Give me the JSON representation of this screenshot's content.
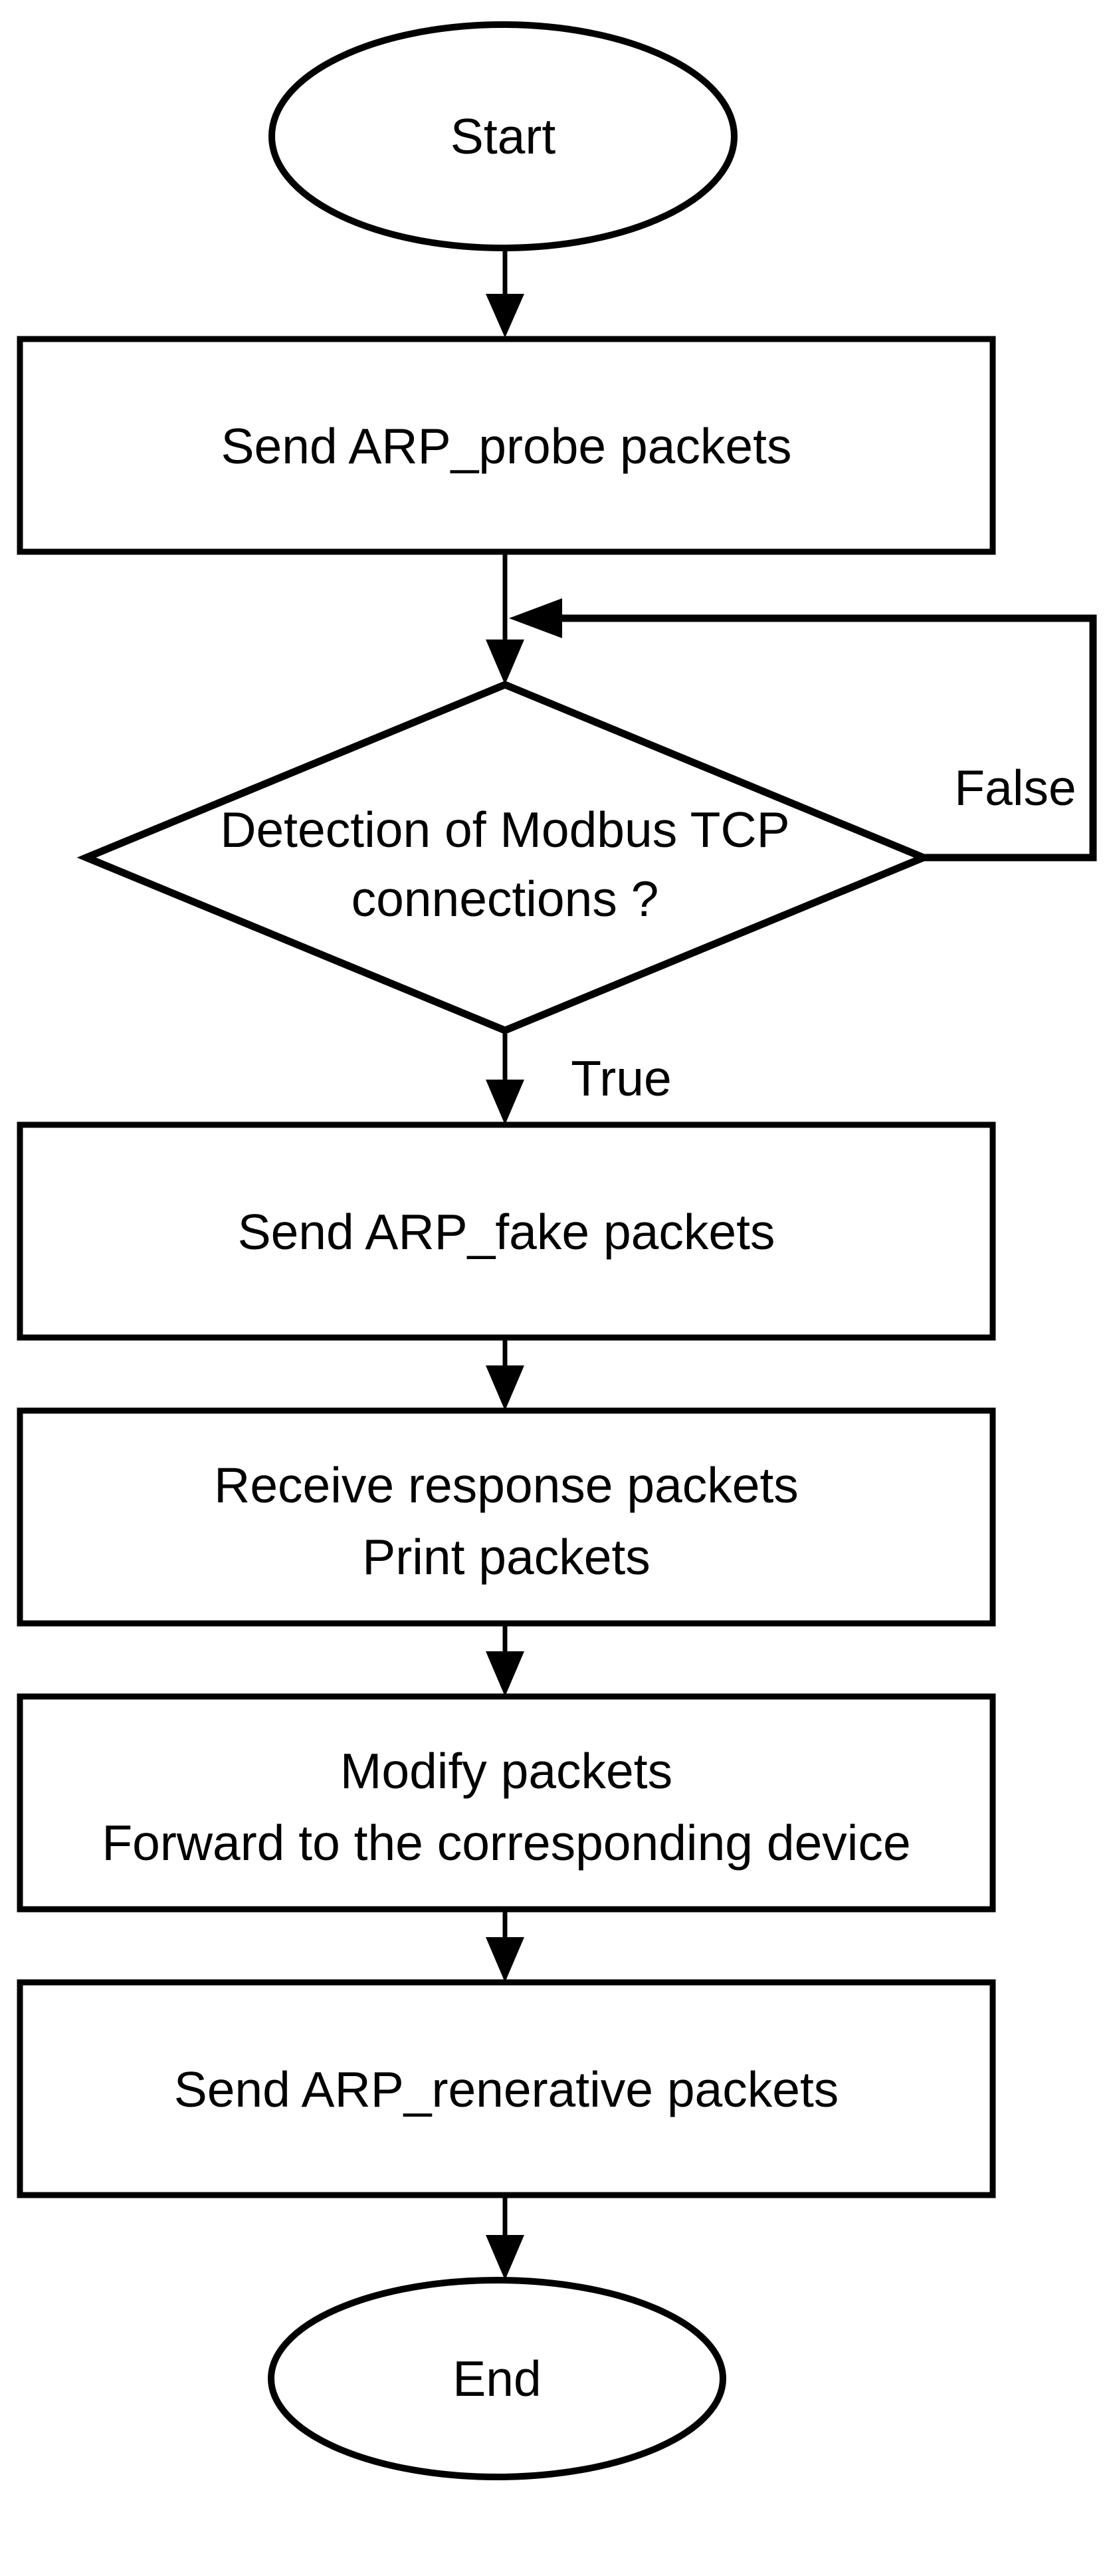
{
  "flowchart": {
    "background_color": "#ffffff",
    "line_color": "#000000",
    "nodes": {
      "start": {
        "shape": "ellipse",
        "label": "Start"
      },
      "send_arp_probe": {
        "shape": "process",
        "label": "Send ARP_probe packets"
      },
      "detect_modbus": {
        "shape": "decision",
        "line1": "Detection of Modbus TCP",
        "line2": "connections ?"
      },
      "send_arp_fake": {
        "shape": "process",
        "label": "Send ARP_fake packets"
      },
      "receive_print": {
        "shape": "process",
        "line1": "Receive response packets",
        "line2": "Print packets"
      },
      "modify_forward": {
        "shape": "process",
        "line1": "Modify packets",
        "line2": "Forward to the corresponding device"
      },
      "send_arp_renerative": {
        "shape": "process",
        "label": "Send ARP_renerative packets"
      },
      "end": {
        "shape": "ellipse",
        "label": "End"
      }
    },
    "edges": {
      "true_label": "True",
      "false_label": "False"
    }
  }
}
